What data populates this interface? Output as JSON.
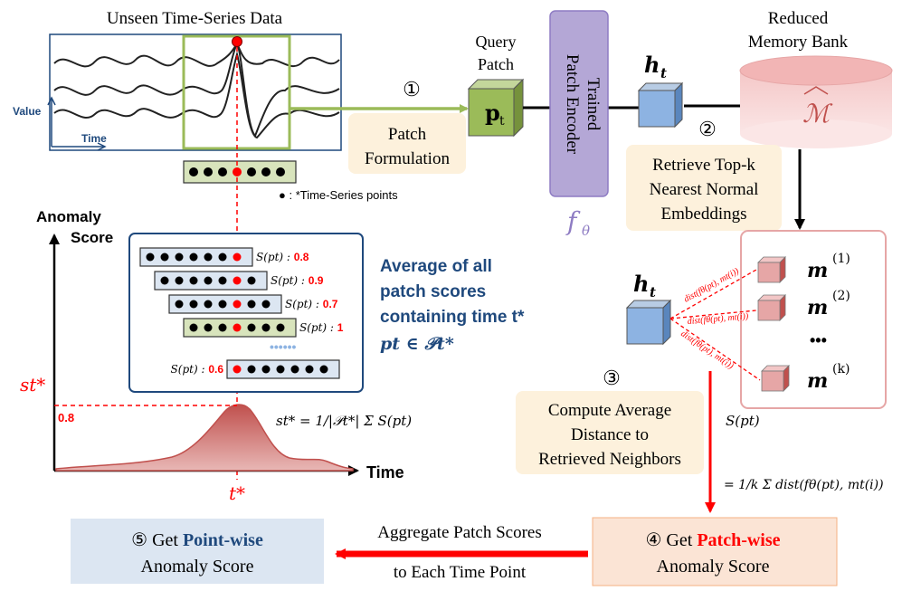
{
  "input_panel": {
    "title": "Unseen Time-Series Data",
    "axis_value": "Value",
    "axis_time": "Time"
  },
  "points_legend": "● : *Time-Series points",
  "query_patch": {
    "label_line1": "Query",
    "label_line2": "Patch",
    "symbol": "p",
    "symbol_sub": "t"
  },
  "encoder": {
    "label_line1": "Trained",
    "label_line2": "Patch Encoder",
    "symbol": "f",
    "symbol_sub": "θ"
  },
  "embedding": {
    "symbol": "h",
    "symbol_sub": "t"
  },
  "memory_bank": {
    "label_line1": "Reduced",
    "label_line2": "Memory Bank",
    "symbol": "ℳ"
  },
  "steps": {
    "s1": {
      "num": "①",
      "line1": "Patch",
      "line2": "Formulation"
    },
    "s2": {
      "num": "②",
      "line1": "Retrieve Top-k",
      "line2": "Nearest Normal",
      "line3": "Embeddings"
    },
    "s3": {
      "num": "③",
      "line1": "Compute Average",
      "line2": "Distance to",
      "line3": "Retrieved Neighbors"
    },
    "s4": {
      "num": "④",
      "prefix": "Get ",
      "highlight": "Patch-wise",
      "line2": "Anomaly Score"
    },
    "s5": {
      "num": "⑤",
      "prefix": "Get ",
      "highlight": "Point-wise",
      "line2": "Anomaly Score"
    }
  },
  "aggregate": {
    "line1": "Aggregate Patch Scores",
    "line2": "to Each Time Point"
  },
  "neighbors": {
    "m1": "m",
    "m1_sup": "(1)",
    "m2": "m",
    "m2_sup": "(2)",
    "mk": "m",
    "mk_sup": "(k)",
    "ellipsis": "•••",
    "dist_label": "dist(fθ(pt), mt(i))"
  },
  "patch_scores": {
    "label": "S(pt) :",
    "values": [
      "0.8",
      "0.9",
      "0.7",
      "1",
      "0.6"
    ],
    "dots": "••••••"
  },
  "average_text": {
    "line1": "Average of all",
    "line2": "patch scores",
    "line3": "containing time t*",
    "line4": "pt ∈ 𝒫t*"
  },
  "anomaly_chart": {
    "ylabel_line1": "Anomaly",
    "ylabel_line2": "Score",
    "xlabel": "Time",
    "s_label": "st*",
    "level": "0.8",
    "t_label": "t*"
  },
  "formulas": {
    "point_score": "st* = 1/|𝒫t*| Σ S(pt)",
    "patch_score_label": "S(pt)",
    "patch_score": "= 1/k Σ dist(fθ(pt), mt(i))"
  },
  "colors": {
    "green": "#9bbb59",
    "red": "#ff0000",
    "navy": "#1f497d",
    "purple": "#b4a7d6",
    "cube_blue": "#8db3e2",
    "cube_pink": "#e6a6a6",
    "label_bg": "#fdf1dc",
    "step4_bg": "#fbe4d5",
    "step5_bg": "#dce6f2"
  }
}
